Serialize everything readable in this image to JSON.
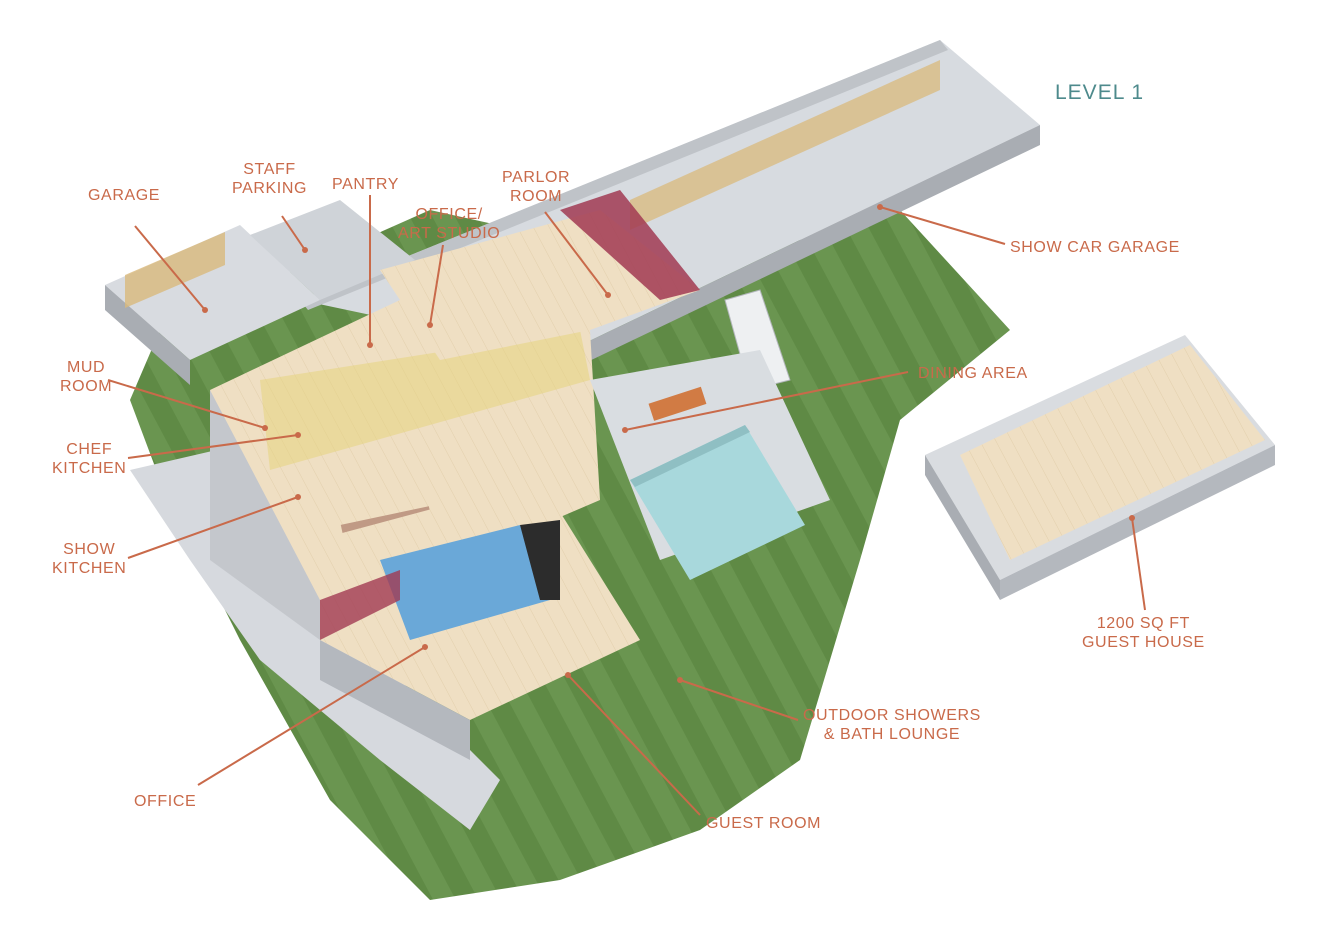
{
  "level_title": "LEVEL 1",
  "labels": {
    "garage": "GARAGE",
    "staff_parking": [
      "STAFF",
      "PARKING"
    ],
    "pantry": "PANTRY",
    "office_art_studio": [
      "OFFICE/",
      "ART STUDIO"
    ],
    "parlor_room": [
      "PARLOR",
      "ROOM"
    ],
    "show_car_garage": "SHOW CAR GARAGE",
    "mud_room": [
      "MUD",
      "ROOM"
    ],
    "chef_kitchen": [
      "CHEF",
      "KITCHEN"
    ],
    "show_kitchen": [
      "SHOW",
      "KITCHEN"
    ],
    "dining_area": "DINING AREA",
    "guest_house": [
      "1200 SQ FT",
      "GUEST HOUSE"
    ],
    "outdoor_showers": [
      "OUTDOOR SHOWERS",
      "& BATH LOUNGE"
    ],
    "guest_room": "GUEST ROOM",
    "office": "OFFICE"
  },
  "colors": {
    "label": "#c96a4a",
    "title": "#4d8a8c",
    "lawn": "#5f8a45",
    "wall": "#c9ccd0",
    "floor_wood": "#ecdcbf",
    "concrete": "#d8dbdf",
    "pool": "#a8d8dc"
  }
}
